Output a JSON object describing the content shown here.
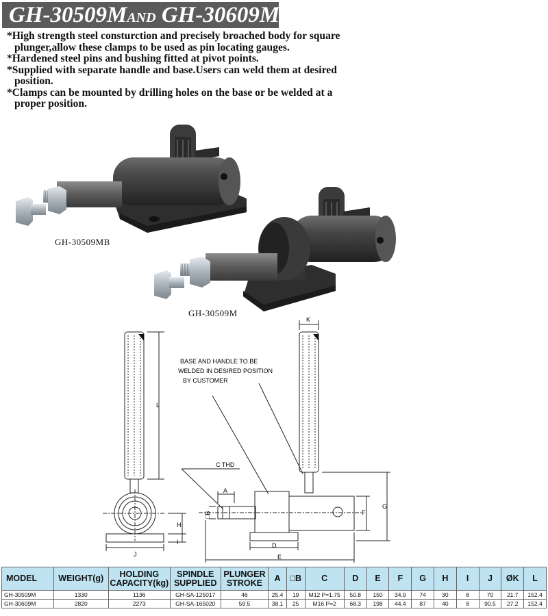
{
  "title": {
    "model_a": "GH-30509M",
    "and": "AND",
    "model_b": "GH-30609M"
  },
  "bullets": [
    "*High strength steel consturction and precisely broached body for square plunger,allow these clamps to be used as pin locating gauges.",
    "*Hardened steel pins and bushing fitted at pivot points.",
    "*Supplied with separate handle and base.Users can weld them at desired position.",
    "*Clamps can be mounted by drilling holes on the base or be welded at a proper position."
  ],
  "photos": [
    {
      "caption": "GH-30509MB"
    },
    {
      "caption": "GH-30509M"
    }
  ],
  "drawing": {
    "note": [
      "BASE AND HANDLE TO BE",
      "WELDED IN DESIRED POSITION",
      "BY CUSTOMER"
    ],
    "labels": {
      "c_thd": "C THD",
      "a": "A",
      "b": "□B",
      "d": "D",
      "e": "E",
      "f": "F",
      "g": "G",
      "h": "H",
      "i": "I",
      "j": "J",
      "k": "K",
      "l": "L"
    }
  },
  "table": {
    "headers": [
      "MODEL",
      "WEIGHT(g)",
      "HOLDING CAPACITY(kg)",
      "SPINDLE SUPPLIED",
      "PLUNGER STROKE",
      "A",
      "□B",
      "C",
      "D",
      "E",
      "F",
      "G",
      "H",
      "I",
      "J",
      "ØK",
      "L"
    ],
    "rows": [
      [
        "GH-30509M",
        "1330",
        "1136",
        "GH-SA-125017",
        "46",
        "25.4",
        "19",
        "M12 P=1.75",
        "50.8",
        "150",
        "34.9",
        "74",
        "30",
        "8",
        "70",
        "21.7",
        "152.4"
      ],
      [
        "GH-30609M",
        "2820",
        "2273",
        "GH-SA-165020",
        "59.5",
        "38.1",
        "25",
        "M16 P=2",
        "68.3",
        "198",
        "44.4",
        "87",
        "40",
        "8",
        "90.5",
        "27.2",
        "152.4"
      ]
    ]
  },
  "colors": {
    "title_bg": "#5b5b5b",
    "header_bg": "#bfe3f0",
    "steel_dark": "#3a3a3a",
    "zinc": "#b9c0c6"
  }
}
